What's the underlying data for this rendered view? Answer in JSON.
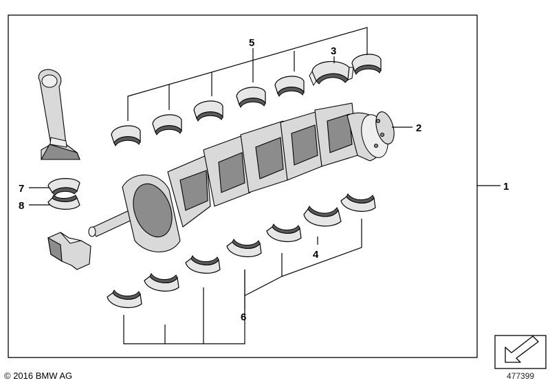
{
  "callouts": {
    "c1": "1",
    "c2": "2",
    "c3": "3",
    "c4": "4",
    "c5": "5",
    "c6": "6",
    "c7": "7",
    "c8": "8"
  },
  "footer": {
    "copyright": "© 2016 BMW AG",
    "diagram_number": "477399"
  },
  "icons": {
    "nav_arrow": "arrow-down-left-icon"
  }
}
